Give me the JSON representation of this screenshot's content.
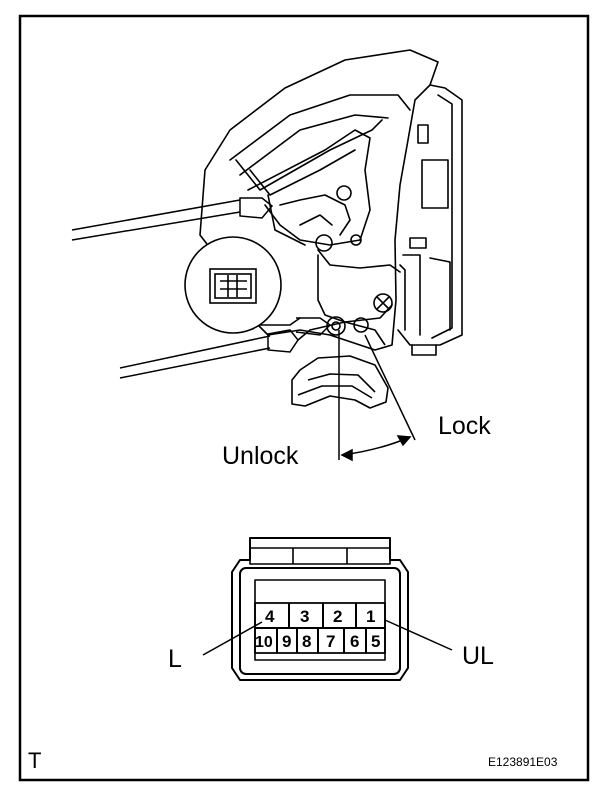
{
  "labels": {
    "lock": "Lock",
    "unlock": "Unlock",
    "left_terminal": "L",
    "right_terminal": "UL",
    "corner_mark": "T",
    "figure_code": "E123891E03"
  },
  "connector": {
    "top_row": [
      "4",
      "3",
      "2",
      "1"
    ],
    "bottom_row": [
      "10",
      "9",
      "8",
      "7",
      "6",
      "5"
    ]
  }
}
